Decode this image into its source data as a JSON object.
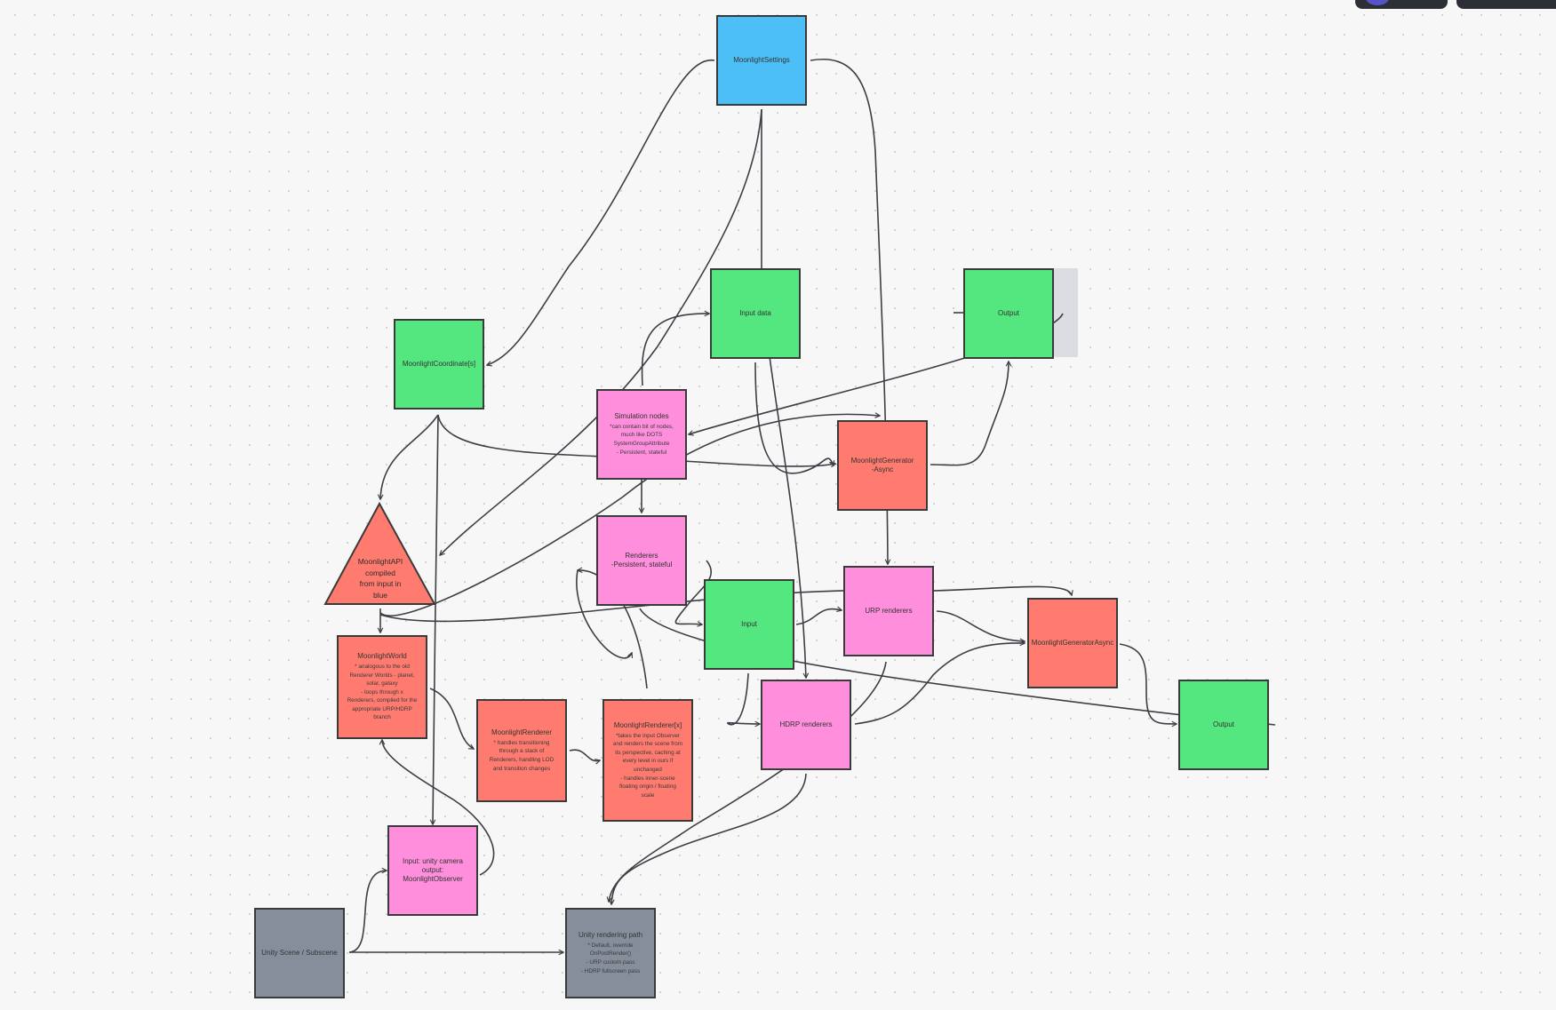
{
  "nodes": {
    "moonlight_settings": {
      "title": "MoonlightSettings"
    },
    "input_data": {
      "title": "Input data"
    },
    "output_top": {
      "title": "Output"
    },
    "moonlight_coordinates": {
      "title": "MoonlightCoordinate[s]"
    },
    "simulation_nodes": {
      "title": "Simulation nodes",
      "lines": [
        "*can contain bit of nodes,",
        "much like DOTS",
        "SystemGroupAttribute",
        "- Persistent, stateful"
      ]
    },
    "moonlight_generator_async_1": {
      "title": "MoonlightGenerator",
      "lines": [
        "-Async"
      ]
    },
    "moonlight_api": {
      "lines": [
        "MoonlightAPI",
        "compiled",
        "from input in",
        "blue"
      ]
    },
    "renderers": {
      "title": "Renderers",
      "lines": [
        "-Persistent, stateful"
      ]
    },
    "input_mid": {
      "title": "Input"
    },
    "urp_renderers": {
      "title": "URP renderers"
    },
    "moonlight_generator_async_2": {
      "title": "MoonlightGeneratorAsync"
    },
    "moonlight_world": {
      "title": "MoonlightWorld",
      "lines": [
        "* analogous to the old",
        "Renderer Worlds - planet,",
        "solar, galaxy",
        "- loops through x",
        "Renderers, compiled for the",
        "appropriate URP/HDRP",
        "branch"
      ]
    },
    "hdrp_renderers": {
      "title": "HDRP renderers"
    },
    "output_right": {
      "title": "Output"
    },
    "moonlight_renderer": {
      "title": "MoonlightRenderer",
      "lines": [
        "* handles transitioning",
        "through a stack of",
        "Renderers, handling LOD",
        "and transition changes"
      ]
    },
    "moonlight_renderer_x": {
      "title": "MoonlightRenderer[x]",
      "lines": [
        "*takes the input Observer",
        "and renders the scene from",
        "its perspective, caching at",
        "every level in ours if",
        "unchanged",
        "- handles inner-scene",
        "floating origin / floating",
        "scale"
      ]
    },
    "input_unity_camera": {
      "lines": [
        "Input: unity camera",
        "output: MoonlightObserver"
      ]
    },
    "unity_scene": {
      "title": "Unity Scene / Subscene"
    },
    "unity_rendering_path": {
      "title": "Unity rendering path",
      "lines": [
        "* Default, override",
        "OnPostRender()",
        "- URP custom pass",
        "- HDRP fullscreen pass"
      ]
    }
  },
  "colors": {
    "green": "#54e77f",
    "blue": "#4cc0f6",
    "pink": "#ff8fdc",
    "red": "#ff7b6f",
    "gray": "#868e9b",
    "connector": "#3d3d45"
  }
}
